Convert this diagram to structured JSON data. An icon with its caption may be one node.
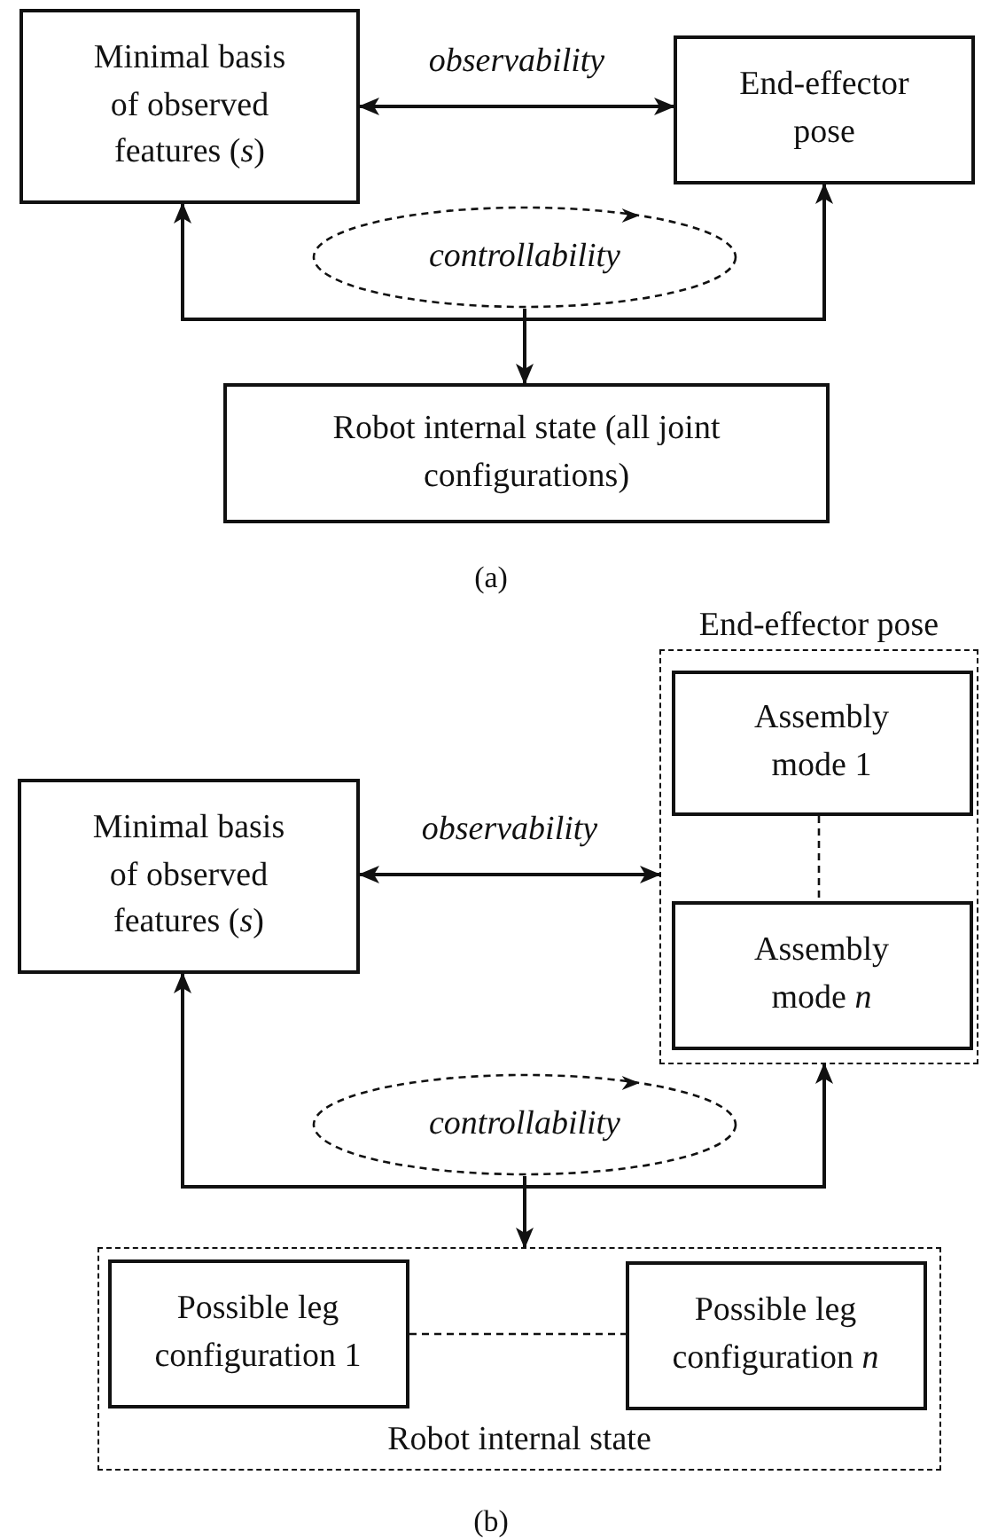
{
  "diagram": {
    "nodes": [
      {
        "text": [
          "Minimal basis of observed features (*s*)"
        ]
      },
      {
        "text": [
          "End-effector pose"
        ]
      },
      {
        "text": [
          "controllability"
        ]
      },
      {
        "text": [
          "Robot internal state (all joint configurations)"
        ]
      },
      {
        "text": [
          "End-effector pose"
        ]
      },
      {
        "text": [
          "Assembly mode 1"
        ],
        "in": 4
      },
      {
        "text": [
          "Assembly mode *n*"
        ],
        "in": 4
      },
      {
        "text": [
          "Minimal basis of observed features (*s*)"
        ]
      },
      {
        "text": [
          "controllability"
        ]
      },
      {
        "text": [
          "Robot internal state"
        ]
      },
      {
        "text": [
          "Possible leg configuration 1"
        ],
        "in": 9
      },
      {
        "text": [
          "Possible leg configuration *n*"
        ],
        "in": 9
      }
    ],
    "edges": [
      {
        "from": 0,
        "to": 1,
        "arrow": "both",
        "label": "observability"
      },
      {
        "from": 2,
        "to": 0,
        "arrow": "to"
      },
      {
        "from": 2,
        "to": 1,
        "arrow": "to"
      },
      {
        "from": 2,
        "to": 3,
        "arrow": "to"
      },
      {
        "from": 7,
        "to": 4,
        "arrow": "both",
        "label": "observability"
      },
      {
        "from": 5,
        "to": 6,
        "arrow": "none",
        "style": "dashed"
      },
      {
        "from": 8,
        "to": 7,
        "arrow": "to"
      },
      {
        "from": 8,
        "to": 4,
        "arrow": "to"
      },
      {
        "from": 8,
        "to": 9,
        "arrow": "to"
      },
      {
        "from": 10,
        "to": 11,
        "arrow": "none",
        "style": "dashed"
      }
    ],
    "labels": [
      "(a)",
      "(b)"
    ]
  }
}
